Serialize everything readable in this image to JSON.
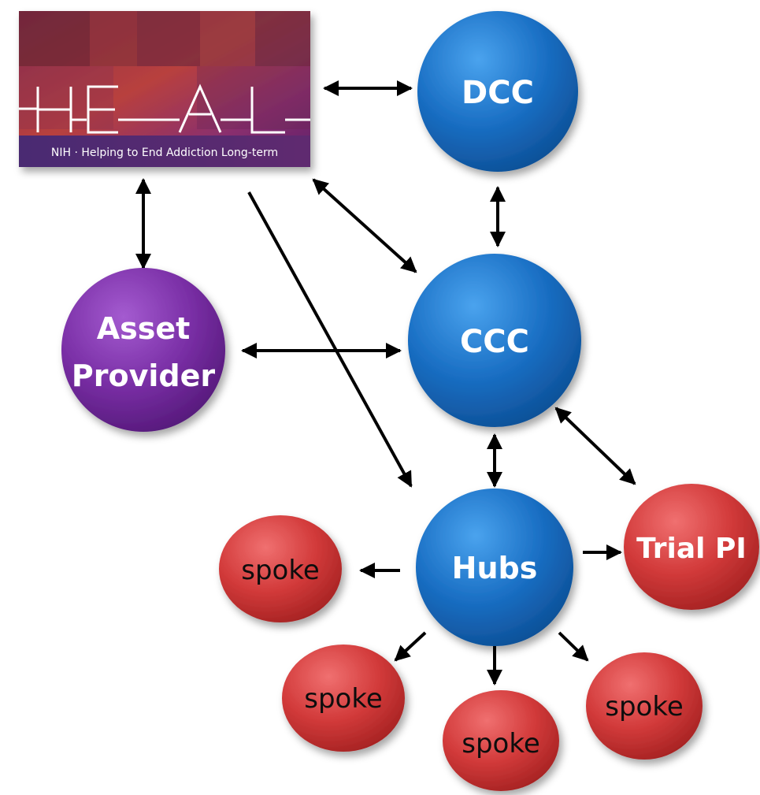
{
  "logo": {
    "letters": "HEAL",
    "tagline": "NIH · Helping to End Addiction Long-term"
  },
  "nodes": {
    "dcc": {
      "label": "DCC"
    },
    "ccc": {
      "label": "CCC"
    },
    "asset": {
      "line1": "Asset",
      "line2": "Provider"
    },
    "hubs": {
      "label": "Hubs"
    },
    "trial": {
      "label": "Trial PI"
    },
    "spoke_left": {
      "label": "spoke"
    },
    "spoke_bl": {
      "label": "spoke"
    },
    "spoke_bm": {
      "label": "spoke"
    },
    "spoke_br": {
      "label": "spoke"
    }
  },
  "colors": {
    "blue_node": "#1a6fc4",
    "purple_node": "#7a2fa6",
    "red_node": "#d23a3a",
    "arrow": "#000000"
  }
}
